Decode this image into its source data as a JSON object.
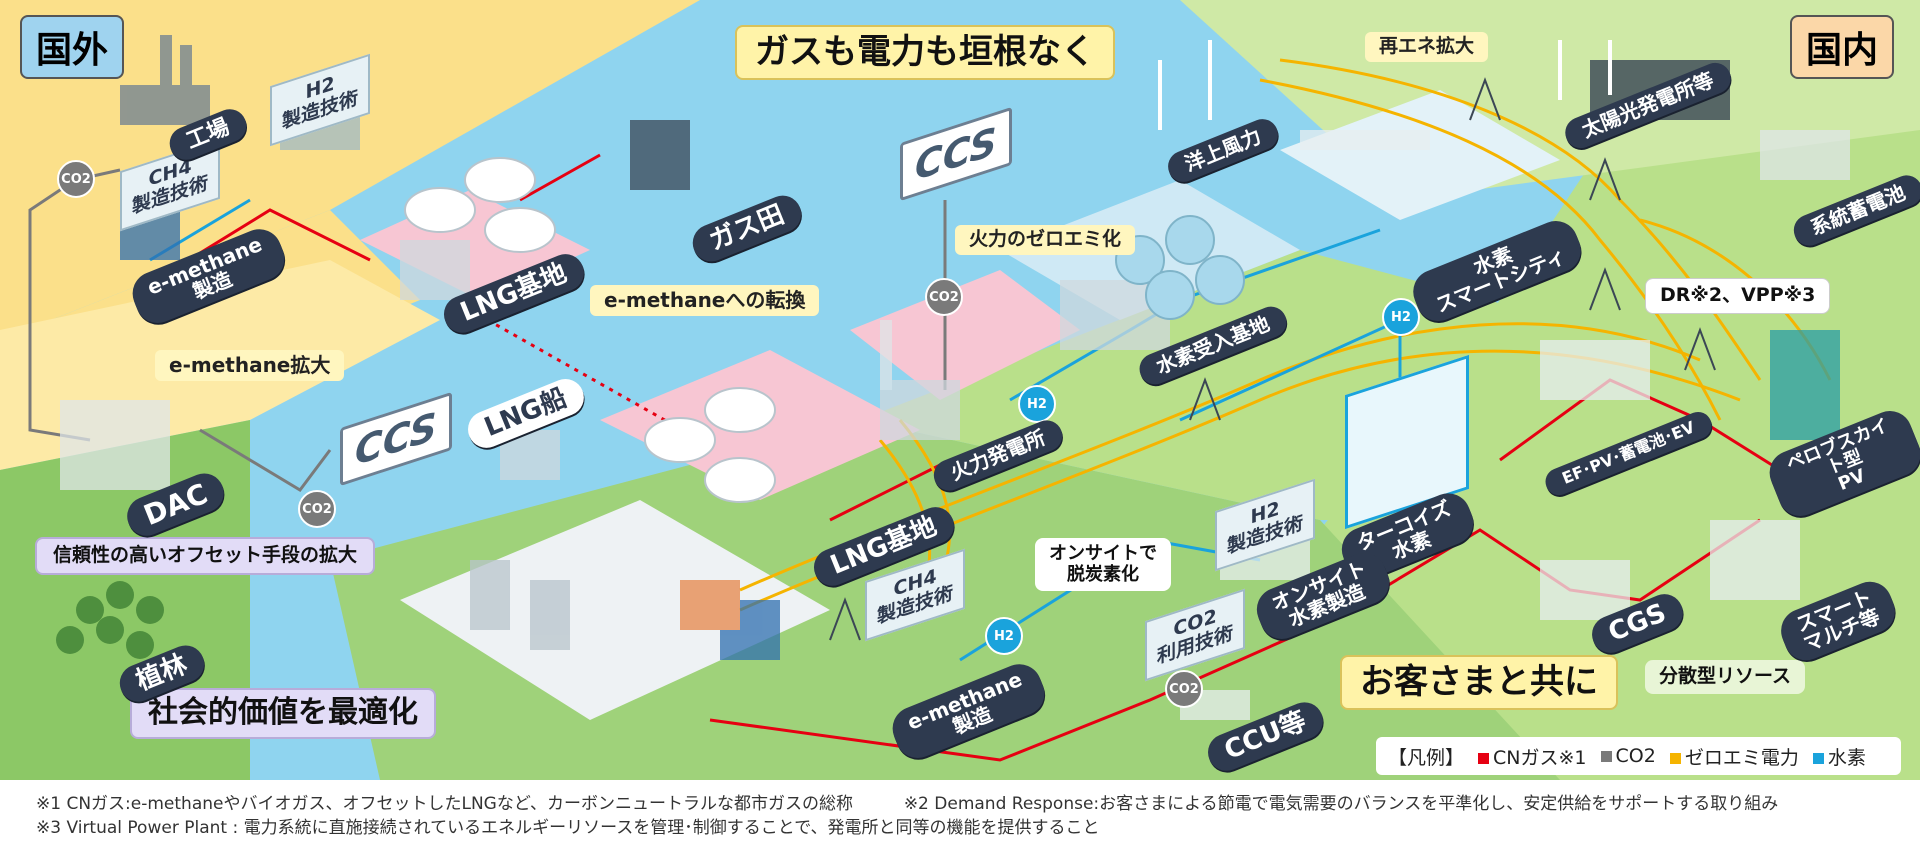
{
  "regions": {
    "overseas": "国外",
    "domestic": "国内"
  },
  "headline": "ガスも電力も垣根なく",
  "customer_banner": "お客さまと共に",
  "social_banner": "社会的価値を最適化",
  "labels": {
    "re_expansion": "再エネ拡大",
    "thermal_zero_emission": "火力のゼロエミ化",
    "emethane_conversion": "e-methaneへの転換",
    "emethane_expansion": "e-methane拡大",
    "offset_expansion": "信頼性の高いオフセット手段の拡大",
    "onsite_line1": "オンサイトで",
    "onsite_line2": "脱炭素化",
    "dr_vpp": "DR※2、VPP※3",
    "distributed": "分散型リソース"
  },
  "tech_boxes": {
    "ccs": "CCS",
    "h2_tech": "H2\n製造技術",
    "ch4_tech": "CH4\n製造技術",
    "co2_use": "CO2\n利用技術"
  },
  "facilities": {
    "factory": "工場",
    "emethane_prod": "e-methane\n製造",
    "lng_base": "LNG基地",
    "gas_field": "ガス田",
    "lng_ship": "LNG船",
    "dac": "DAC",
    "afforestation": "植林",
    "thermal_plant": "火力発電所",
    "offshore_wind": "洋上風力",
    "solar_plant": "太陽光発電所等",
    "grid_battery": "系統蓄電池",
    "hydrogen_city": "水素\nスマートシティ",
    "hydrogen_import": "水素受入基地",
    "turquoise": "ターコイズ\n水素",
    "ef_pv": "EF･PV･蓄電池･EV",
    "perovskite": "ペロブスカイト型\nPV",
    "cgs": "CGS",
    "smart_multi": "スマート\nマルチ等",
    "onsite_h2": "オンサイト\n水素製造",
    "ccu": "CCU等"
  },
  "markers": {
    "co2": "CO2",
    "h2": "H2"
  },
  "legend": {
    "title": "【凡例】",
    "items": [
      {
        "label": "CNガス※1",
        "color": "#e60012"
      },
      {
        "label": "CO2",
        "color": "#7a7a7a"
      },
      {
        "label": "ゼロエミ電力",
        "color": "#f5b400"
      },
      {
        "label": "水素",
        "color": "#1aa3dc"
      }
    ]
  },
  "footnotes": {
    "note1": "※1 CNガス:e-methaneやバイオガス、オフセットしたLNGなど、カーボンニュートラルな都市ガスの総称",
    "note2": "※2 Demand Response:お客さまによる節電で電気需要のバランスを平準化し、安定供給をサポートする取り組み",
    "note3": "※3 Virtual Power Plant : 電力系統に直施接続されているエネルギーリソースを管理･制御することで、発電所と同等の機能を提供すること"
  },
  "colors": {
    "sea": "#8fd4ef",
    "overseas_land": "#fbe08a",
    "domestic_land": "#b9e08a",
    "green_land": "#9fd27a",
    "cn_gas": "#e60012",
    "zero_emi": "#f5b400",
    "hydrogen": "#1aa3dc",
    "co2": "#7a7a7a"
  }
}
